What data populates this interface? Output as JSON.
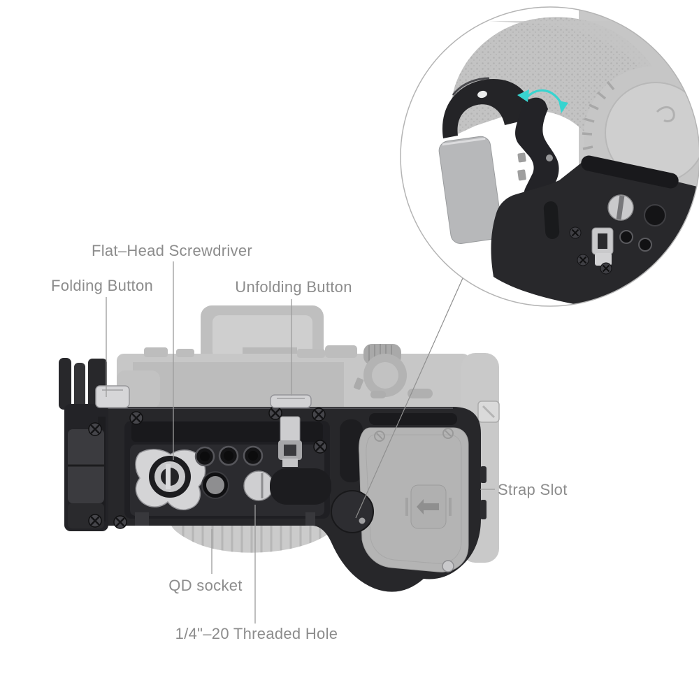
{
  "figure": {
    "type": "product-callout-diagram",
    "subject": "Camera L-shape mount plate (bottom view) with folding side plate, shown on ghosted camera body",
    "inset": {
      "description": "Circular close-up of folding mechanism with fold-direction arrow",
      "arrow_icon": "fold-direction-arrow"
    }
  },
  "callouts": [
    {
      "id": "flat-head-screwdriver",
      "label": "Flat–Head Screwdriver"
    },
    {
      "id": "folding-button",
      "label": "Folding Button"
    },
    {
      "id": "unfolding-button",
      "label": "Unfolding Button"
    },
    {
      "id": "strap-slot",
      "label": "Strap Slot"
    },
    {
      "id": "qd-socket",
      "label": "QD socket"
    },
    {
      "id": "quarter-20-hole",
      "label": "1/4\"–20 Threaded Hole"
    }
  ],
  "colors": {
    "background": "#ffffff",
    "label_text": "#8c8c8c",
    "leader_line": "#9c9c9c",
    "bracket_black": "#27272a",
    "recess_black": "#1c1c1f",
    "silver": "#d4d4d6",
    "ghost_gray": "#c7c7c7",
    "battery_door_gray": "#b4b4b4",
    "inset_border": "#b4b4b4",
    "accent_cyan": "#38d4d0"
  }
}
